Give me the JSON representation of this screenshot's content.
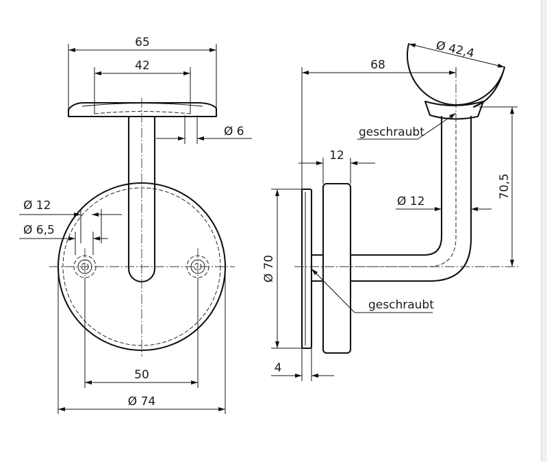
{
  "dims": {
    "front_width": "65",
    "front_saddle_width": "42",
    "pin_diameter": "Ø 6",
    "bore_diameter": "Ø 12",
    "hole_diameter": "Ø 6,5",
    "hole_spacing": "50",
    "plate_diameter": "Ø 74",
    "reach": "68",
    "rail_diameter": "Ø 42,4",
    "thickness_step": "12",
    "rod_diameter": "Ø 12",
    "height": "70,5",
    "rosette_diameter": "Ø 70",
    "rosette_thickness": "4"
  },
  "notes": {
    "screwed_top": "geschraubt",
    "screwed_bottom": "geschraubt"
  }
}
